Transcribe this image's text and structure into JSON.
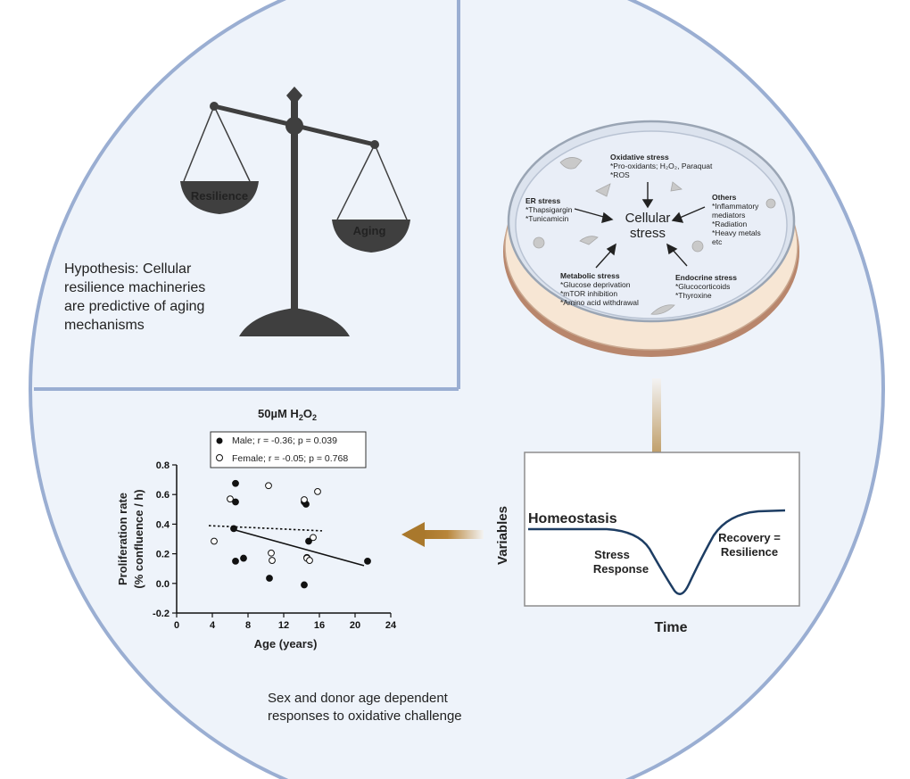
{
  "panels": {
    "hypothesis": {
      "scale_left_label": "Resilience",
      "scale_right_label": "Aging",
      "text_lines": [
        "Hypothesis: Cellular",
        "resilience machineries",
        "are predictive of aging",
        "mechanisms"
      ]
    },
    "dish": {
      "center_lines": [
        "Cellular",
        "stress"
      ],
      "oxidative": {
        "title": "Oxidative stress",
        "items": [
          "*Pro-oxidants; H₂O₂, Paraquat",
          "*ROS"
        ]
      },
      "er": {
        "title": "ER stress",
        "items": [
          "*Thapsigargin",
          "*Tunicamicin"
        ]
      },
      "others": {
        "title": "Others",
        "items": [
          "*Inflammatory",
          "mediators",
          "*Radiation",
          "*Heavy metals",
          "etc"
        ]
      },
      "metabolic": {
        "title": "Metabolic stress",
        "items": [
          "*Glucose deprivation",
          "*mTOR inhibition",
          "*Amino acid withdrawal"
        ]
      },
      "endocrine": {
        "title": "Endocrine stress",
        "items": [
          "*Glucocorticoids",
          "*Thyroxine"
        ]
      }
    },
    "response": {
      "y_label": "Variables",
      "x_label": "Time",
      "homeostasis": "Homeostasis",
      "stress_lines": [
        "Stress",
        "Response"
      ],
      "recovery_lines": [
        "Recovery =",
        "Resilience"
      ]
    },
    "caption_lines": [
      "Sex and donor age dependent",
      "responses to oxidative challenge"
    ]
  },
  "chart_data": {
    "type": "scatter",
    "title_main": "50µM H",
    "title_sub1": "2",
    "title_mid": "O",
    "title_sub2": "2",
    "xlabel": "Age (years)",
    "ylabel_lines": [
      "Proliferation rate",
      "(% confluence / h)"
    ],
    "xlim": [
      0,
      24
    ],
    "ylim": [
      -0.2,
      0.8
    ],
    "xticks": [
      "0",
      "4",
      "8",
      "12",
      "16",
      "20",
      "24"
    ],
    "yticks": [
      "-0.2",
      "0.0",
      "0.2",
      "0.4",
      "0.6",
      "0.8"
    ],
    "legend_position": "top",
    "series": [
      {
        "name": "Male; r = -0.36; p = 0.039",
        "marker": "filled",
        "points": [
          [
            6.6,
            0.675
          ],
          [
            6.6,
            0.55
          ],
          [
            6.4,
            0.37
          ],
          [
            6.6,
            0.15
          ],
          [
            7.5,
            0.17
          ],
          [
            10.4,
            0.035
          ],
          [
            14.3,
            0.55
          ],
          [
            14.5,
            0.535
          ],
          [
            14.8,
            0.285
          ],
          [
            14.6,
            0.175
          ],
          [
            14.3,
            -0.01
          ],
          [
            21.4,
            0.15
          ]
        ],
        "fit": [
          [
            6.3,
            0.365
          ],
          [
            21.0,
            0.12
          ]
        ]
      },
      {
        "name": "Female; r = -0.05; p = 0.768",
        "marker": "open",
        "points": [
          [
            4.2,
            0.285
          ],
          [
            6.0,
            0.57
          ],
          [
            10.3,
            0.66
          ],
          [
            10.6,
            0.205
          ],
          [
            10.7,
            0.155
          ],
          [
            14.3,
            0.565
          ],
          [
            14.6,
            0.17
          ],
          [
            14.9,
            0.155
          ],
          [
            15.3,
            0.31
          ],
          [
            15.8,
            0.62
          ]
        ],
        "fit": [
          [
            3.6,
            0.39
          ],
          [
            16.3,
            0.355
          ]
        ]
      }
    ]
  }
}
